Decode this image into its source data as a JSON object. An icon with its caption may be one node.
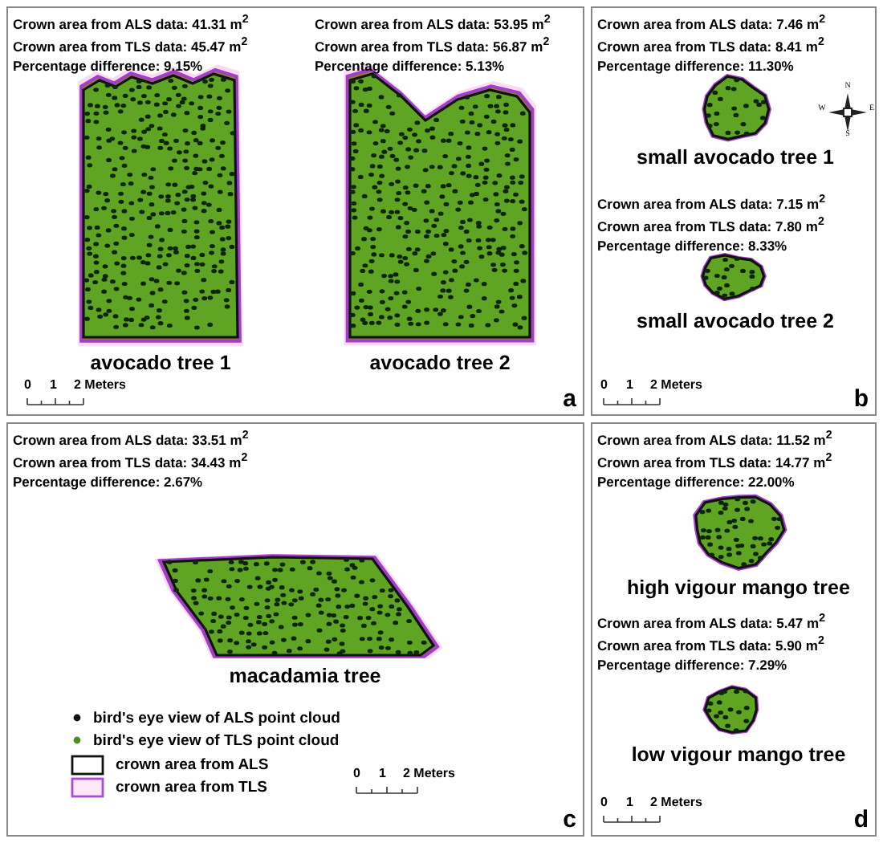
{
  "diagram": {
    "nodes": [
      {
        "text": [
          "a"
        ]
      },
      {
        "text": [
          "b"
        ]
      },
      {
        "text": [
          "c"
        ]
      },
      {
        "text": [
          "d"
        ]
      }
    ],
    "labels": [
      "Crown area from ALS data: 41.31 m$^{2}$",
      "Crown area from TLS data: 45.47 m$^{2}$",
      "Percentage difference: 9.15%",
      "Crown area from ALS data: 53.95 m$^{2}$",
      "Crown area from TLS data: 56.87 m$^{2}$",
      "Percentage difference: 5.13%",
      "avocado tree 1",
      "avocado tree 2",
      "0",
      "1",
      "2 Meters",
      "Crown area from ALS data: 7.46 m$^{2}$",
      "Crown area from TLS data: 8.41 m$^{2}$",
      "Percentage difference: 11.30%",
      "N",
      "W",
      "E",
      "S",
      "small avocado tree 1",
      "Crown area from ALS data: 7.15 m$^{2}$",
      "Crown area from TLS data: 7.80 m$^{2}$",
      "Percentage difference: 8.33%",
      "small avocado tree 2",
      "0",
      "1",
      "2 Meters",
      "Crown area from ALS data: 33.51 m$^{2}$",
      "Crown area from TLS data: 34.43 m$^{2}$",
      "Percentage difference: 2.67%",
      "macadamia tree",
      "0",
      "1",
      "2 Meters",
      "Crown area from ALS data: 11.52 m$^{2}$",
      "Crown area from TLS data: 14.77 m$^{2}$",
      "Percentage difference: 22.00%",
      "high vigour mango tree",
      "Crown area from ALS data: 5.47 m$^{2}$",
      "Crown area from TLS data: 5.90 m$^{2}$",
      "Percentage difference: 7.29%",
      "low vigour mango tree",
      "0",
      "1",
      "2 Meters"
    ],
    "legend": [
      {
        "text": "bird's eye view of ALS point cloud"
      },
      {
        "text": "bird's eye view of TLS point cloud"
      },
      {
        "text": "crown area from ALS"
      },
      {
        "text": "crown area from TLS"
      }
    ]
  }
}
